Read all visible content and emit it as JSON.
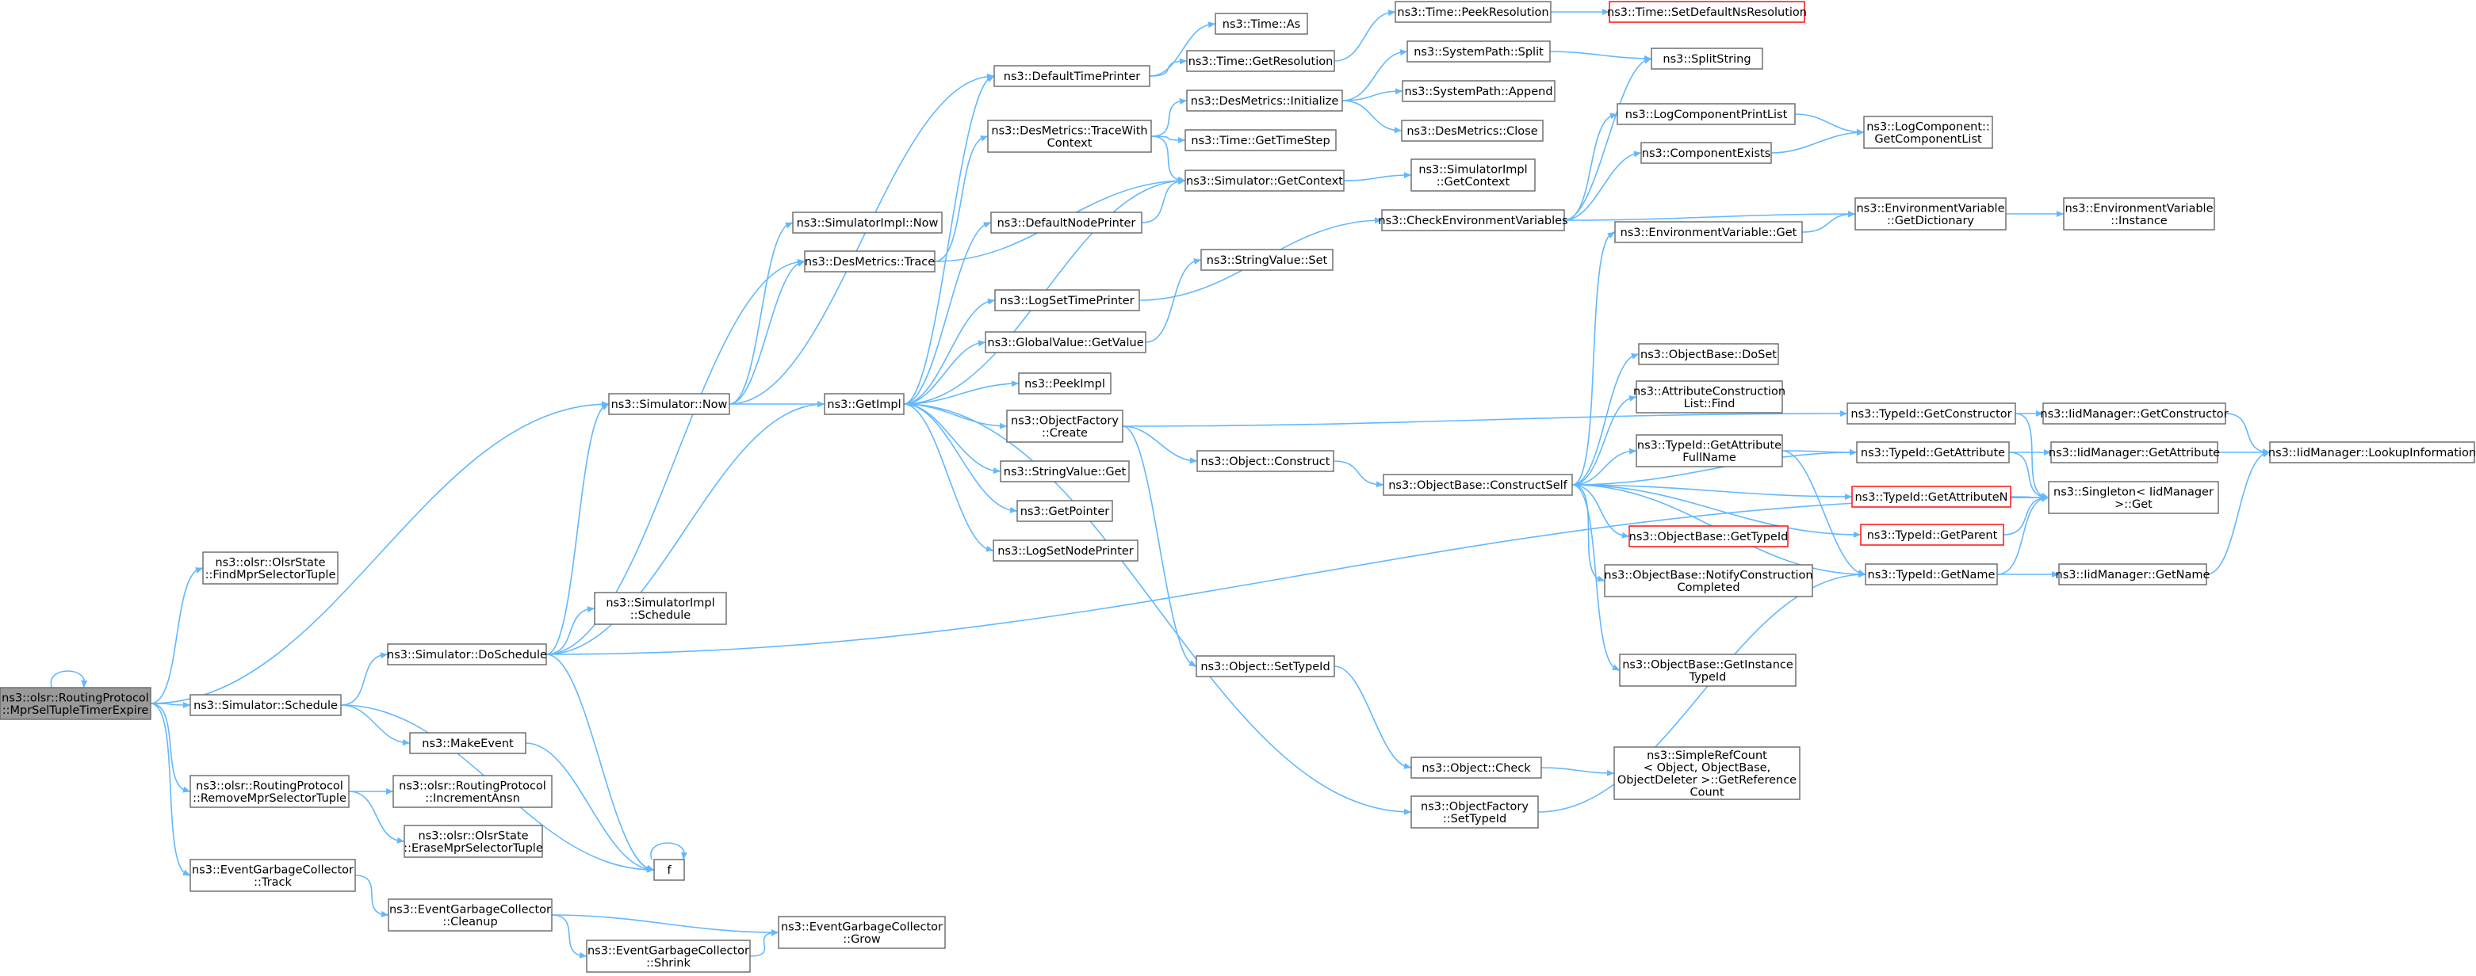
{
  "colors": {
    "edge": "#63b8ff",
    "node_border": "#666666",
    "root_fill": "#999999",
    "highlight_border": "#ff0000"
  },
  "nodes": [
    {
      "id": "root",
      "lines": [
        "ns3::olsr::RoutingProtocol",
        "::MprSelTupleTimerExpire"
      ],
      "style": "root"
    },
    {
      "id": "findMpr",
      "lines": [
        "ns3::olsr::OlsrState",
        "::FindMprSelectorTuple"
      ]
    },
    {
      "id": "simNow",
      "lines": [
        "ns3::Simulator::Now"
      ]
    },
    {
      "id": "simSchedule",
      "lines": [
        "ns3::Simulator::Schedule"
      ]
    },
    {
      "id": "removeMpr",
      "lines": [
        "ns3::olsr::RoutingProtocol",
        "::RemoveMprSelectorTuple"
      ]
    },
    {
      "id": "egcTrack",
      "lines": [
        "ns3::EventGarbageCollector",
        "::Track"
      ]
    },
    {
      "id": "simDoSchedule",
      "lines": [
        "ns3::Simulator::DoSchedule"
      ]
    },
    {
      "id": "makeEvent",
      "lines": [
        "ns3::MakeEvent"
      ]
    },
    {
      "id": "f",
      "lines": [
        "f"
      ]
    },
    {
      "id": "incAnsn",
      "lines": [
        "ns3::olsr::RoutingProtocol",
        "::IncrementAnsn"
      ]
    },
    {
      "id": "eraseMpr",
      "lines": [
        "ns3::olsr::OlsrState",
        "::EraseMprSelectorTuple"
      ]
    },
    {
      "id": "egcCleanup",
      "lines": [
        "ns3::EventGarbageCollector",
        "::Cleanup"
      ]
    },
    {
      "id": "egcShrink",
      "lines": [
        "ns3::EventGarbageCollector",
        "::Shrink"
      ]
    },
    {
      "id": "egcGrow",
      "lines": [
        "ns3::EventGarbageCollector",
        "::Grow"
      ]
    },
    {
      "id": "simImplNow",
      "lines": [
        "ns3::SimulatorImpl::Now"
      ]
    },
    {
      "id": "desTrace",
      "lines": [
        "ns3::DesMetrics::Trace"
      ]
    },
    {
      "id": "simImplSchedule",
      "lines": [
        "ns3::SimulatorImpl",
        "::Schedule"
      ]
    },
    {
      "id": "getImpl",
      "lines": [
        "ns3::GetImpl"
      ]
    },
    {
      "id": "defTimePrinter",
      "lines": [
        "ns3::DefaultTimePrinter"
      ]
    },
    {
      "id": "desTraceCtx",
      "lines": [
        "ns3::DesMetrics::TraceWith",
        "Context"
      ]
    },
    {
      "id": "defNodePrinter",
      "lines": [
        "ns3::DefaultNodePrinter"
      ]
    },
    {
      "id": "logSetTime",
      "lines": [
        "ns3::LogSetTimePrinter"
      ]
    },
    {
      "id": "gvGetValue",
      "lines": [
        "ns3::GlobalValue::GetValue"
      ]
    },
    {
      "id": "peekImpl",
      "lines": [
        "ns3::PeekImpl"
      ]
    },
    {
      "id": "ofCreate",
      "lines": [
        "ns3::ObjectFactory",
        "::Create"
      ]
    },
    {
      "id": "svGet",
      "lines": [
        "ns3::StringValue::Get"
      ]
    },
    {
      "id": "getPointer",
      "lines": [
        "ns3::GetPointer"
      ]
    },
    {
      "id": "logSetNode",
      "lines": [
        "ns3::LogSetNodePrinter"
      ]
    },
    {
      "id": "timeAs",
      "lines": [
        "ns3::Time::As"
      ]
    },
    {
      "id": "timeGetRes",
      "lines": [
        "ns3::Time::GetResolution"
      ]
    },
    {
      "id": "desInit",
      "lines": [
        "ns3::DesMetrics::Initialize"
      ]
    },
    {
      "id": "timeGetStep",
      "lines": [
        "ns3::Time::GetTimeStep"
      ]
    },
    {
      "id": "simGetCtx",
      "lines": [
        "ns3::Simulator::GetContext"
      ]
    },
    {
      "id": "checkEnv",
      "lines": [
        "ns3::CheckEnvironmentVariables"
      ]
    },
    {
      "id": "svSet",
      "lines": [
        "ns3::StringValue::Set"
      ]
    },
    {
      "id": "objConstruct",
      "lines": [
        "ns3::Object::Construct"
      ]
    },
    {
      "id": "objSetTypeId",
      "lines": [
        "ns3::Object::SetTypeId"
      ]
    },
    {
      "id": "objCheck",
      "lines": [
        "ns3::Object::Check"
      ]
    },
    {
      "id": "ofSetTypeId",
      "lines": [
        "ns3::ObjectFactory",
        "::SetTypeId"
      ]
    },
    {
      "id": "timePeekRes",
      "lines": [
        "ns3::Time::PeekResolution"
      ]
    },
    {
      "id": "timeSetDef",
      "lines": [
        "ns3::Time::SetDefaultNsResolution"
      ],
      "style": "red"
    },
    {
      "id": "spSplit",
      "lines": [
        "ns3::SystemPath::Split"
      ]
    },
    {
      "id": "spAppend",
      "lines": [
        "ns3::SystemPath::Append"
      ]
    },
    {
      "id": "desClose",
      "lines": [
        "ns3::DesMetrics::Close"
      ]
    },
    {
      "id": "simImplGetCtx",
      "lines": [
        "ns3::SimulatorImpl",
        "::GetContext"
      ]
    },
    {
      "id": "splitString",
      "lines": [
        "ns3::SplitString"
      ]
    },
    {
      "id": "logCompPrint",
      "lines": [
        "ns3::LogComponentPrintList"
      ]
    },
    {
      "id": "compExists",
      "lines": [
        "ns3::ComponentExists"
      ]
    },
    {
      "id": "logCompGetList",
      "lines": [
        "ns3::LogComponent::",
        "GetComponentList"
      ]
    },
    {
      "id": "envGet",
      "lines": [
        "ns3::EnvironmentVariable::Get"
      ]
    },
    {
      "id": "envGetDict",
      "lines": [
        "ns3::EnvironmentVariable",
        "::GetDictionary"
      ]
    },
    {
      "id": "envInstance",
      "lines": [
        "ns3::EnvironmentVariable",
        "::Instance"
      ]
    },
    {
      "id": "obDoSet",
      "lines": [
        "ns3::ObjectBase::DoSet"
      ]
    },
    {
      "id": "attrFind",
      "lines": [
        "ns3::AttributeConstruction",
        "List::Find"
      ]
    },
    {
      "id": "tidGetAttrFull",
      "lines": [
        "ns3::TypeId::GetAttribute",
        "FullName"
      ]
    },
    {
      "id": "obConstructSelf",
      "lines": [
        "ns3::ObjectBase::ConstructSelf"
      ]
    },
    {
      "id": "obGetTypeId",
      "lines": [
        "ns3::ObjectBase::GetTypeId"
      ],
      "style": "red"
    },
    {
      "id": "obNotify",
      "lines": [
        "ns3::ObjectBase::NotifyConstruction",
        "Completed"
      ]
    },
    {
      "id": "obGetInstTid",
      "lines": [
        "ns3::ObjectBase::GetInstance",
        "TypeId"
      ]
    },
    {
      "id": "simpleRef",
      "lines": [
        "ns3::SimpleRefCount",
        "< Object, ObjectBase,",
        "ObjectDeleter >::GetReference",
        "Count"
      ]
    },
    {
      "id": "tidGetCtor",
      "lines": [
        "ns3::TypeId::GetConstructor"
      ]
    },
    {
      "id": "tidGetAttr",
      "lines": [
        "ns3::TypeId::GetAttribute"
      ]
    },
    {
      "id": "tidGetAttrN",
      "lines": [
        "ns3::TypeId::GetAttributeN"
      ],
      "style": "red"
    },
    {
      "id": "tidGetParent",
      "lines": [
        "ns3::TypeId::GetParent"
      ],
      "style": "red"
    },
    {
      "id": "tidGetName",
      "lines": [
        "ns3::TypeId::GetName"
      ]
    },
    {
      "id": "iidGetCtor",
      "lines": [
        "ns3::IidManager::GetConstructor"
      ]
    },
    {
      "id": "iidGetAttr",
      "lines": [
        "ns3::IidManager::GetAttribute"
      ]
    },
    {
      "id": "singletonGet",
      "lines": [
        "ns3::Singleton< IidManager",
        ">::Get"
      ]
    },
    {
      "id": "iidGetName",
      "lines": [
        "ns3::IidManager::GetName"
      ]
    },
    {
      "id": "iidLookup",
      "lines": [
        "ns3::IidManager::LookupInformation"
      ]
    }
  ],
  "edges": [
    [
      "root",
      "root"
    ],
    [
      "root",
      "findMpr"
    ],
    [
      "root",
      "simNow"
    ],
    [
      "root",
      "simSchedule"
    ],
    [
      "root",
      "removeMpr"
    ],
    [
      "root",
      "egcTrack"
    ],
    [
      "simNow",
      "getImpl"
    ],
    [
      "simNow",
      "simImplNow"
    ],
    [
      "simNow",
      "desTrace"
    ],
    [
      "simNow",
      "defTimePrinter"
    ],
    [
      "simSchedule",
      "simDoSchedule"
    ],
    [
      "simSchedule",
      "makeEvent"
    ],
    [
      "simSchedule",
      "f"
    ],
    [
      "simDoSchedule",
      "simNow"
    ],
    [
      "simDoSchedule",
      "simImplSchedule"
    ],
    [
      "simDoSchedule",
      "getImpl"
    ],
    [
      "simDoSchedule",
      "desTrace"
    ],
    [
      "simDoSchedule",
      "singletonGet"
    ],
    [
      "simDoSchedule",
      "f"
    ],
    [
      "makeEvent",
      "f"
    ],
    [
      "f",
      "f"
    ],
    [
      "removeMpr",
      "incAnsn"
    ],
    [
      "removeMpr",
      "eraseMpr"
    ],
    [
      "egcTrack",
      "egcCleanup"
    ],
    [
      "egcCleanup",
      "egcShrink"
    ],
    [
      "egcCleanup",
      "egcGrow"
    ],
    [
      "egcShrink",
      "egcGrow"
    ],
    [
      "desTrace",
      "desTraceCtx"
    ],
    [
      "desTrace",
      "simGetCtx"
    ],
    [
      "getImpl",
      "defTimePrinter"
    ],
    [
      "getImpl",
      "defNodePrinter"
    ],
    [
      "getImpl",
      "logSetTime"
    ],
    [
      "getImpl",
      "gvGetValue"
    ],
    [
      "getImpl",
      "peekImpl"
    ],
    [
      "getImpl",
      "ofCreate"
    ],
    [
      "getImpl",
      "svGet"
    ],
    [
      "getImpl",
      "getPointer"
    ],
    [
      "getImpl",
      "logSetNode"
    ],
    [
      "getImpl",
      "simGetCtx"
    ],
    [
      "getImpl",
      "ofSetTypeId"
    ],
    [
      "defTimePrinter",
      "timeAs"
    ],
    [
      "defTimePrinter",
      "timeGetRes"
    ],
    [
      "timeGetRes",
      "timePeekRes"
    ],
    [
      "timePeekRes",
      "timeSetDef"
    ],
    [
      "desTraceCtx",
      "desInit"
    ],
    [
      "desTraceCtx",
      "timeGetStep"
    ],
    [
      "desTraceCtx",
      "simGetCtx"
    ],
    [
      "desInit",
      "spSplit"
    ],
    [
      "desInit",
      "spAppend"
    ],
    [
      "desInit",
      "desClose"
    ],
    [
      "spSplit",
      "splitString"
    ],
    [
      "defNodePrinter",
      "simGetCtx"
    ],
    [
      "simGetCtx",
      "simImplGetCtx"
    ],
    [
      "logSetTime",
      "checkEnv"
    ],
    [
      "gvGetValue",
      "svSet"
    ],
    [
      "checkEnv",
      "splitString"
    ],
    [
      "checkEnv",
      "logCompPrint"
    ],
    [
      "checkEnv",
      "compExists"
    ],
    [
      "checkEnv",
      "envGetDict"
    ],
    [
      "logCompPrint",
      "logCompGetList"
    ],
    [
      "compExists",
      "logCompGetList"
    ],
    [
      "envGet",
      "envGetDict"
    ],
    [
      "envGetDict",
      "envInstance"
    ],
    [
      "ofCreate",
      "objConstruct"
    ],
    [
      "ofCreate",
      "objSetTypeId"
    ],
    [
      "ofCreate",
      "tidGetCtor"
    ],
    [
      "objConstruct",
      "obConstructSelf"
    ],
    [
      "objSetTypeId",
      "objCheck"
    ],
    [
      "objCheck",
      "simpleRef"
    ],
    [
      "ofSetTypeId",
      "tidGetName"
    ],
    [
      "obConstructSelf",
      "envGet"
    ],
    [
      "obConstructSelf",
      "obDoSet"
    ],
    [
      "obConstructSelf",
      "attrFind"
    ],
    [
      "obConstructSelf",
      "tidGetAttrFull"
    ],
    [
      "obConstructSelf",
      "obGetTypeId"
    ],
    [
      "obConstructSelf",
      "obNotify"
    ],
    [
      "obConstructSelf",
      "obGetInstTid"
    ],
    [
      "obConstructSelf",
      "tidGetAttrN"
    ],
    [
      "obConstructSelf",
      "tidGetAttr"
    ],
    [
      "obConstructSelf",
      "tidGetParent"
    ],
    [
      "obConstructSelf",
      "tidGetName"
    ],
    [
      "tidGetAttrFull",
      "tidGetAttr"
    ],
    [
      "tidGetAttrFull",
      "tidGetName"
    ],
    [
      "tidGetCtor",
      "iidGetCtor"
    ],
    [
      "tidGetCtor",
      "singletonGet"
    ],
    [
      "tidGetAttr",
      "iidGetAttr"
    ],
    [
      "tidGetAttr",
      "singletonGet"
    ],
    [
      "tidGetAttrN",
      "singletonGet"
    ],
    [
      "tidGetParent",
      "singletonGet"
    ],
    [
      "tidGetName",
      "iidGetName"
    ],
    [
      "tidGetName",
      "singletonGet"
    ],
    [
      "iidGetCtor",
      "iidLookup"
    ],
    [
      "iidGetAttr",
      "iidLookup"
    ],
    [
      "iidGetName",
      "iidLookup"
    ]
  ]
}
